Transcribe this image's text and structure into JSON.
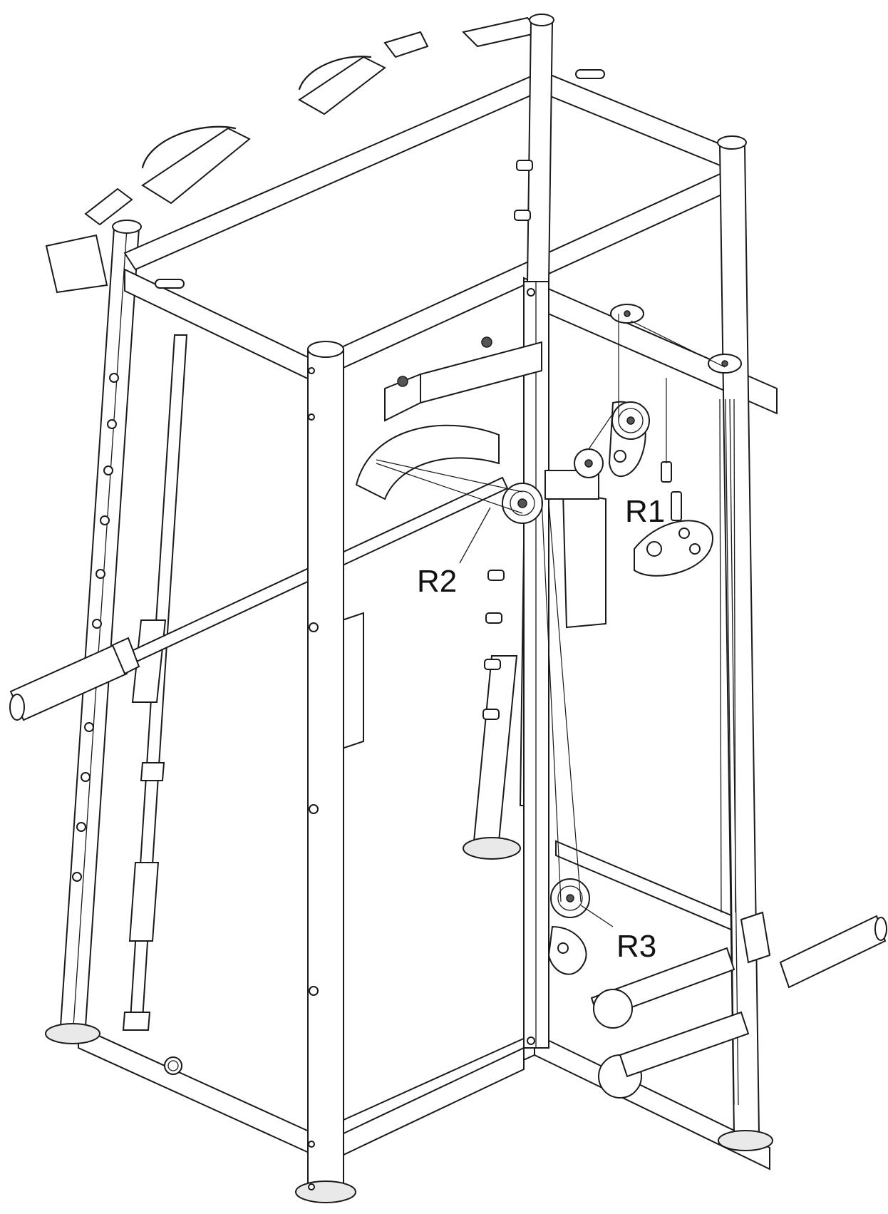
{
  "diagram": {
    "callouts": [
      {
        "id": "r1",
        "label": "R1"
      },
      {
        "id": "r2",
        "label": "R2"
      },
      {
        "id": "r3",
        "label": "R3"
      }
    ]
  }
}
